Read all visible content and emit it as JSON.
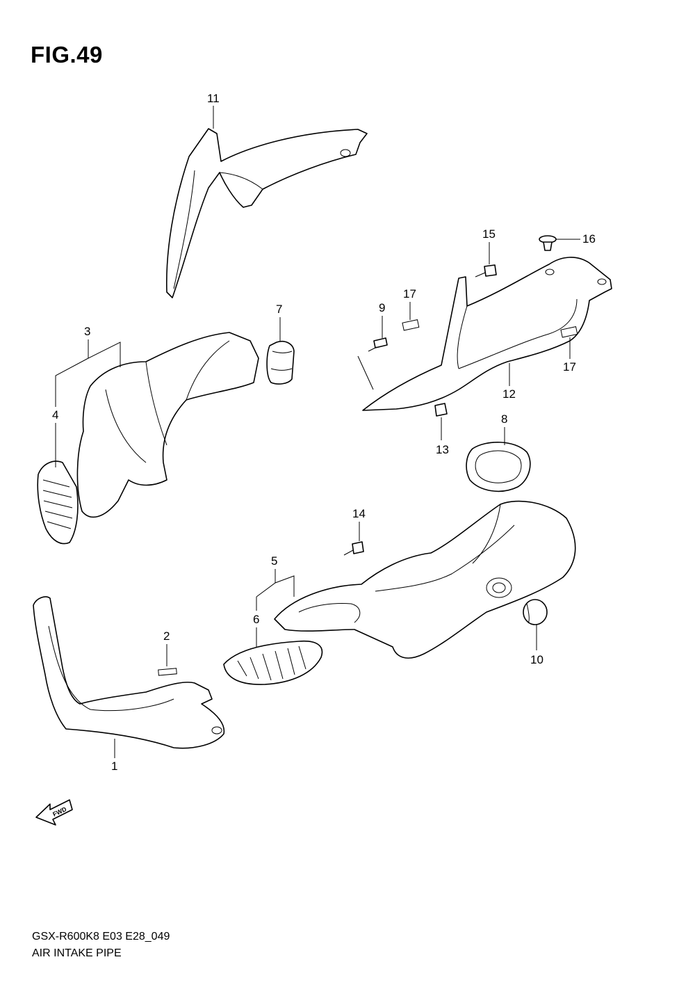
{
  "figure": {
    "title": "FIG.49",
    "model_code": "GSX-R600K8 E03 E28_049",
    "diagram_name": "AIR INTAKE PIPE",
    "forward_label": "FWD"
  },
  "callouts": {
    "c1": "1",
    "c2": "2",
    "c3": "3",
    "c4": "4",
    "c5": "5",
    "c6": "6",
    "c7": "7",
    "c8": "8",
    "c9": "9",
    "c10": "10",
    "c11": "11",
    "c12": "12",
    "c13": "13",
    "c14": "14",
    "c15": "15",
    "c16": "16",
    "c17a": "17",
    "c17b": "17"
  }
}
